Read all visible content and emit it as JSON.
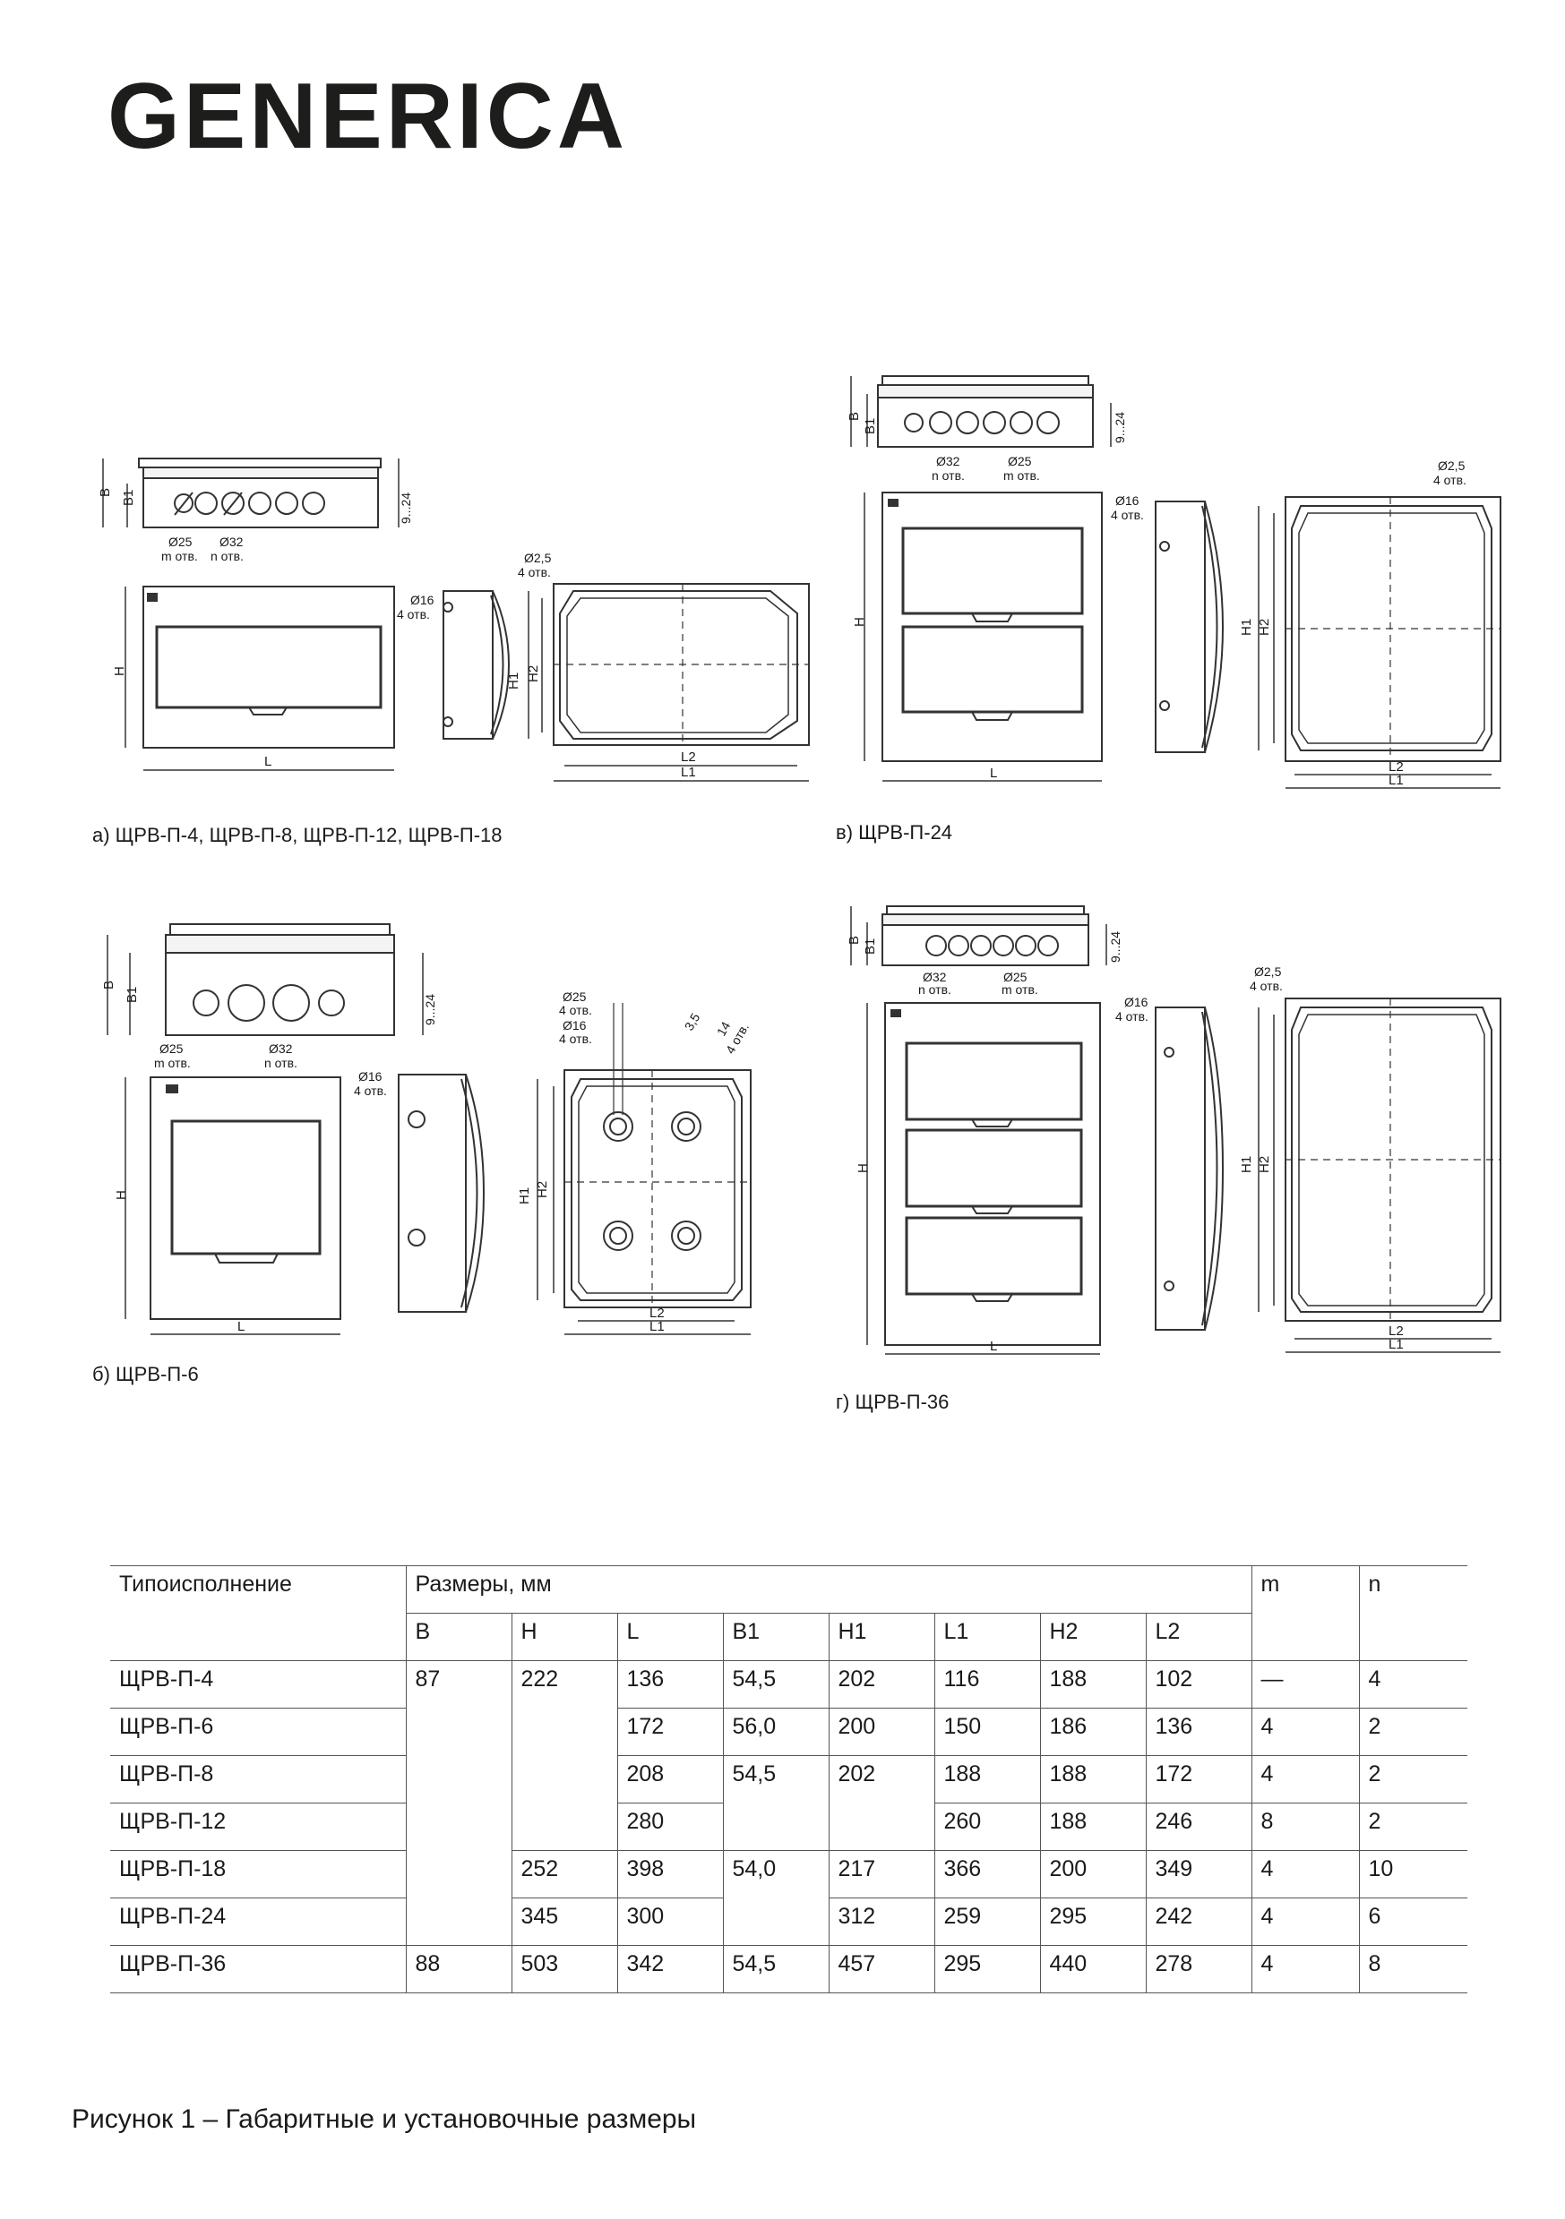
{
  "brand": {
    "name": "GENERICA"
  },
  "drawings": {
    "a": {
      "caption": "а) ЩРВ-П-4, ЩРВ-П-8, ЩРВ-П-12, ЩРВ-П-18",
      "top_labels": {
        "b": "B",
        "b1": "B1",
        "range": "9...24",
        "d25": "Ø25",
        "d32": "Ø32",
        "m_holes": "m отв.",
        "n_holes": "n отв."
      },
      "front_labels": {
        "h": "H",
        "l": "L",
        "d16": "Ø16",
        "holes4": "4 отв."
      },
      "back_labels": {
        "d25": "Ø2,5",
        "holes4": "4 отв.",
        "h1": "H1",
        "h2": "H2",
        "l1": "L1",
        "l2": "L2"
      }
    },
    "b": {
      "caption": "б) ЩРВ-П-6",
      "top_labels": {
        "b": "B",
        "b1": "B1",
        "range": "9...24",
        "d25": "Ø25",
        "d32": "Ø32",
        "m_holes": "m отв.",
        "n_holes": "n отв."
      },
      "front_labels": {
        "h": "H",
        "l": "L",
        "d16": "Ø16",
        "holes4": "4 отв."
      },
      "back_labels": {
        "d25": "Ø25",
        "holes4a": "4 отв.",
        "d16": "Ø16",
        "holes4b": "4 отв.",
        "dim35": "3,5",
        "dim14": "14",
        "holes4c": "4 отв.",
        "h1": "H1",
        "h2": "H2",
        "l1": "L1",
        "l2": "L2"
      }
    },
    "v": {
      "caption": "в) ЩРВ-П-24",
      "top_labels": {
        "b": "B",
        "b1": "B1",
        "range": "9...24",
        "d32": "Ø32",
        "d25": "Ø25",
        "n_holes": "n отв.",
        "m_holes": "m отв."
      },
      "front_labels": {
        "h": "H",
        "l": "L",
        "d16": "Ø16",
        "holes4": "4 отв."
      },
      "back_labels": {
        "d25": "Ø2,5",
        "holes4": "4 отв.",
        "h1": "H1",
        "h2": "H2",
        "l1": "L1",
        "l2": "L2"
      }
    },
    "g": {
      "caption": "г) ЩРВ-П-36",
      "top_labels": {
        "b": "B",
        "b1": "B1",
        "range": "9...24",
        "d32": "Ø32",
        "d25": "Ø25",
        "n_holes": "n отв.",
        "m_holes": "m отв."
      },
      "front_labels": {
        "h": "H",
        "l": "L",
        "d16": "Ø16",
        "holes4": "4 отв."
      },
      "back_labels": {
        "d25": "Ø2,5",
        "holes4": "4 отв.",
        "h1": "H1",
        "h2": "H2",
        "l1": "L1",
        "l2": "L2"
      }
    }
  },
  "table": {
    "header": {
      "variant": "Типоисполнение",
      "sizes": "Размеры, мм",
      "m": "m",
      "n": "n"
    },
    "sub_header": [
      "B",
      "H",
      "L",
      "B1",
      "H1",
      "L1",
      "H2",
      "L2"
    ],
    "b_values": {
      "group": "87",
      "last": "88"
    },
    "h_values": [
      "222",
      "252",
      "345",
      "503"
    ],
    "b1_values": [
      "54,5",
      "56,0",
      "54,5",
      "54,0",
      "54,5"
    ],
    "h1_values": [
      "202",
      "200",
      "202",
      "217",
      "312",
      "457"
    ],
    "rows": [
      {
        "name": "ЩРВ-П-4",
        "l": "136",
        "l1": "116",
        "h2": "188",
        "l2": "102",
        "m": "—",
        "n": "4"
      },
      {
        "name": "ЩРВ-П-6",
        "l": "172",
        "l1": "150",
        "h2": "186",
        "l2": "136",
        "m": "4",
        "n": "2"
      },
      {
        "name": "ЩРВ-П-8",
        "l": "208",
        "l1": "188",
        "h2": "188",
        "l2": "172",
        "m": "4",
        "n": "2"
      },
      {
        "name": "ЩРВ-П-12",
        "l": "280",
        "l1": "260",
        "h2": "188",
        "l2": "246",
        "m": "8",
        "n": "2"
      },
      {
        "name": "ЩРВ-П-18",
        "l": "398",
        "l1": "366",
        "h2": "200",
        "l2": "349",
        "m": "4",
        "n": "10"
      },
      {
        "name": "ЩРВ-П-24",
        "l": "300",
        "l1": "259",
        "h2": "295",
        "l2": "242",
        "m": "4",
        "n": "6"
      },
      {
        "name": "ЩРВ-П-36",
        "l": "342",
        "l1": "295",
        "h2": "440",
        "l2": "278",
        "m": "4",
        "n": "8"
      }
    ]
  },
  "figure_caption": "Рисунок 1 – Габаритные и установочные размеры",
  "colors": {
    "line": "#333333",
    "brand": "#1d1d1b"
  }
}
